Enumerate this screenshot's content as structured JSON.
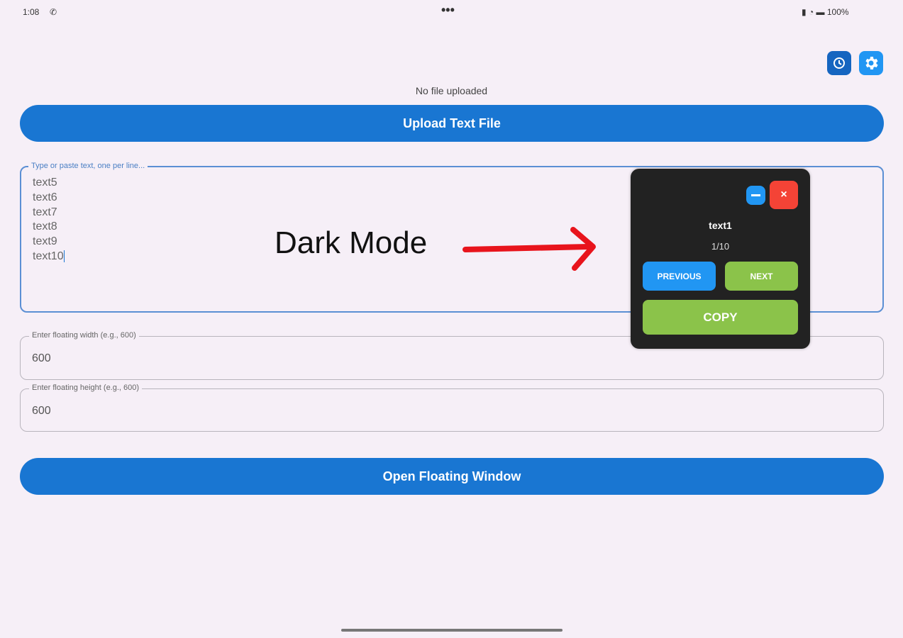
{
  "status_bar": {
    "time": "1:08",
    "center": "•••",
    "battery": "100%"
  },
  "toolbar": {
    "history_icon": "clock-icon",
    "settings_icon": "gear-icon",
    "history_color": "#1565c0",
    "settings_color": "#2196f3"
  },
  "file_status": "No file uploaded",
  "upload_button": "Upload Text File",
  "text_input": {
    "label": "Type or paste text, one per line...",
    "lines": [
      "text5",
      "text6",
      "text7",
      "text8",
      "text9",
      "text10"
    ]
  },
  "width_field": {
    "label": "Enter floating width (e.g., 600)",
    "value": "600"
  },
  "height_field": {
    "label": "Enter floating height (e.g., 600)",
    "value": "600"
  },
  "open_button": "Open Floating Window",
  "annotation": "Dark Mode",
  "floating": {
    "minimize": "—",
    "close": "×",
    "current_text": "text1",
    "counter": "1/10",
    "previous": "PREVIOUS",
    "next": "NEXT",
    "copy": "COPY",
    "colors": {
      "blue": "#2196f3",
      "green": "#8bc34a",
      "red": "#f44336",
      "bg": "#222222"
    }
  }
}
